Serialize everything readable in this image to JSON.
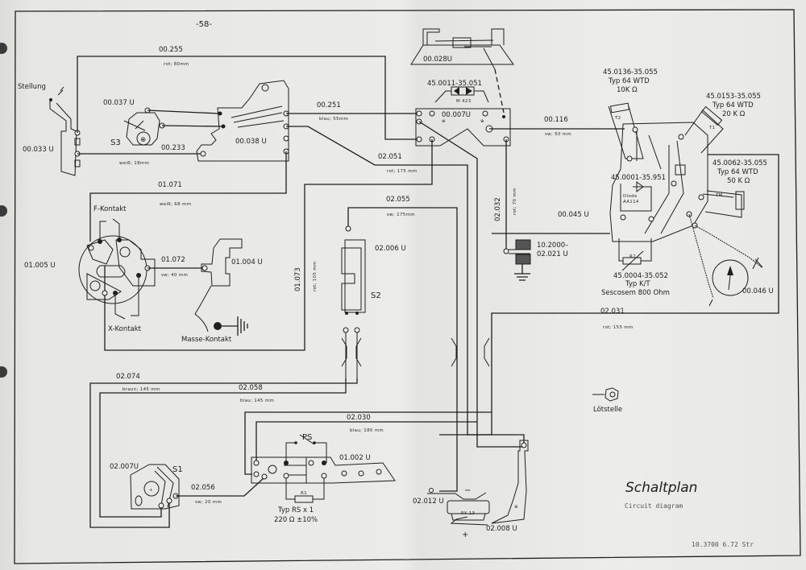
{
  "page": {
    "page_number": "-58-",
    "title": "Schaltplan",
    "subtitle": "Circuit diagram",
    "footer_code": "10.3700   6.72 Str"
  },
  "components": {
    "stellung": "Stellung",
    "c00033": "00.033 U",
    "c00037": "00.037 U",
    "s3": "S3",
    "c00038": "00.038 U",
    "c00028": "00.028U",
    "c00007": "00.007U",
    "ic_part": "45.0011-35.051",
    "ic_label": "M 423",
    "t2_part": "45.0136-35.055",
    "t2_type": "Typ 64 WTD",
    "t2_value": "10K Ω",
    "t1_part": "45.0153-35.055",
    "t1_type": "Typ 64 WTD",
    "t1_value": "20 K Ω",
    "tm_part": "45.0062-35.055",
    "tm_type": "Typ 64 WTD",
    "tm_value": "50 K Ω",
    "diode_part": "45.0001-35.951",
    "diode_label": "Diode",
    "diode_type": "AA114",
    "c00045": "00.045 U",
    "r2_part": "45.0004-35.052",
    "r2_type": "Typ K/T",
    "r2_value": "Sescosem 800 Ohm",
    "c00046": "00.046 U",
    "f_kontakt": "F-Kontakt",
    "x_kontakt": "X-Kontakt",
    "masse_kontakt": "Masse-Kontakt",
    "c01005": "01.005 U",
    "c01004": "01.004 U",
    "c02006": "02.006 U",
    "s2": "S2",
    "c10200": "10.2000–",
    "c02021": "02.021 U",
    "c02007": "02.007U",
    "s1": "S1",
    "ps": "PS",
    "c01002": "01.002 U",
    "r1": "R1",
    "r1_type": "Typ RS x 1",
    "r1_value": "220 Ω ±10%",
    "c02012": "02.012 U",
    "c02008": "02.008 U",
    "battery": "PX-13",
    "minus": "−",
    "plus": "+",
    "loetstelle": "Lötstelle",
    "t1": "T1",
    "t2": "T2",
    "tm": "TM",
    "r2": "R2"
  },
  "wires": [
    {
      "id": "00.255",
      "spec": "rot; 80mm"
    },
    {
      "id": "00.233",
      "spec": "weiß; 18mm"
    },
    {
      "id": "00.251",
      "spec": "blau; 55mm"
    },
    {
      "id": "00.116",
      "spec": "sw; 50 mm"
    },
    {
      "id": "01.071",
      "spec": "weiß; 68 mm"
    },
    {
      "id": "02.051",
      "spec": "rot; 175 mm"
    },
    {
      "id": "02.055",
      "spec": "sw; 175mm"
    },
    {
      "id": "02.032",
      "spec": "rot; 70 mm"
    },
    {
      "id": "01.072",
      "spec": "sw; 40 mm"
    },
    {
      "id": "01.073",
      "spec": "rot; 105 mm"
    },
    {
      "id": "02.031",
      "spec": "rot; 155 mm"
    },
    {
      "id": "02.074",
      "spec": "braun; 145 mm"
    },
    {
      "id": "02.058",
      "spec": "blau; 145 mm"
    },
    {
      "id": "02.030",
      "spec": "blau; 180 mm"
    },
    {
      "id": "02.056",
      "spec": "sw; 20 mm"
    }
  ]
}
